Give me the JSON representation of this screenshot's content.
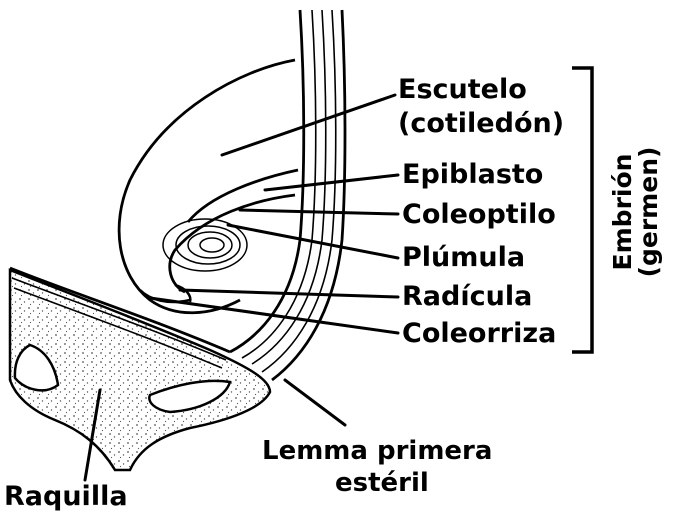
{
  "labels": {
    "escutelo": "Escutelo",
    "cotiledon": "(cotiledón)",
    "epiblasto": "Epiblasto",
    "coleoptilo": "Coleoptilo",
    "plumula": "Plúmula",
    "radicula": "Radícula",
    "coleorriza": "Coleorriza",
    "lemma_line1": "Lemma primera",
    "lemma_line2": "estéril",
    "raquilla": "Raquilla"
  },
  "bracket_label": {
    "line1": "Embrión",
    "line2": "(germen)"
  },
  "colors": {
    "ink": "#000000",
    "background": "#ffffff",
    "speckle": "#555555"
  }
}
